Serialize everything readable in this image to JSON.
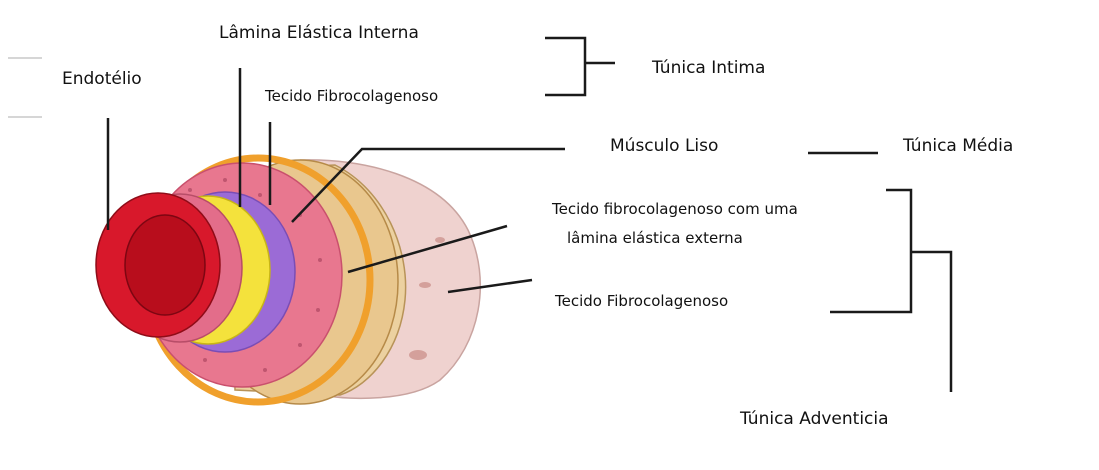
{
  "labels": {
    "lamina_interna": "Lâmina Elástica Interna",
    "endotelio": "Endotélio",
    "tecido_fibro_1": "Tecido Fibrocolagenoso",
    "tunica_intima": "Túnica Intima",
    "musculo_liso": "Músculo Liso",
    "tunica_media": "Túnica Média",
    "tecido_lamina_externa_1": "Tecido fibrocolagenoso com uma",
    "tecido_lamina_externa_2": "lâmina elástica externa",
    "tecido_fibro_2": "Tecido Fibrocolagenoso",
    "tunica_adventicia": "Túnica Adventicia"
  },
  "colors": {
    "lines": "#1a1a1a",
    "endothelium": "#d8182b",
    "lumen": "#b80d1c",
    "intima_pink": "#e36d8a",
    "internal_lamina": "#f4e23c",
    "purple_layer": "#9b6bd6",
    "muscle_pink": "#e8778f",
    "orange_band": "#f0a02c",
    "adventitia_tan": "#ecd1a0",
    "outer_pink": "#efd2cf"
  }
}
